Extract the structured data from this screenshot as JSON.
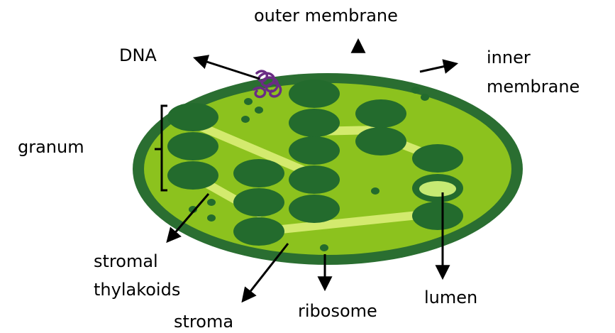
{
  "labels": {
    "outer_membrane": "outer membrane",
    "dna": "DNA",
    "inner_membrane_line1": "inner",
    "inner_membrane_line2": "membrane",
    "granum": "granum",
    "stromal_thylakoids_line1": "stromal",
    "stromal_thylakoids_line2": "thylakoids",
    "stroma": "stroma",
    "ribosome": "ribosome",
    "lumen": "lumen"
  },
  "colors": {
    "outer_membrane": "#2a6e31",
    "stroma": "#8cc21e",
    "thylakoid": "#236b2d",
    "stromal_lamella": "#d3ea6e",
    "lumen": "#c6ea73",
    "dna": "#6a2c84",
    "arrow": "#000000"
  }
}
